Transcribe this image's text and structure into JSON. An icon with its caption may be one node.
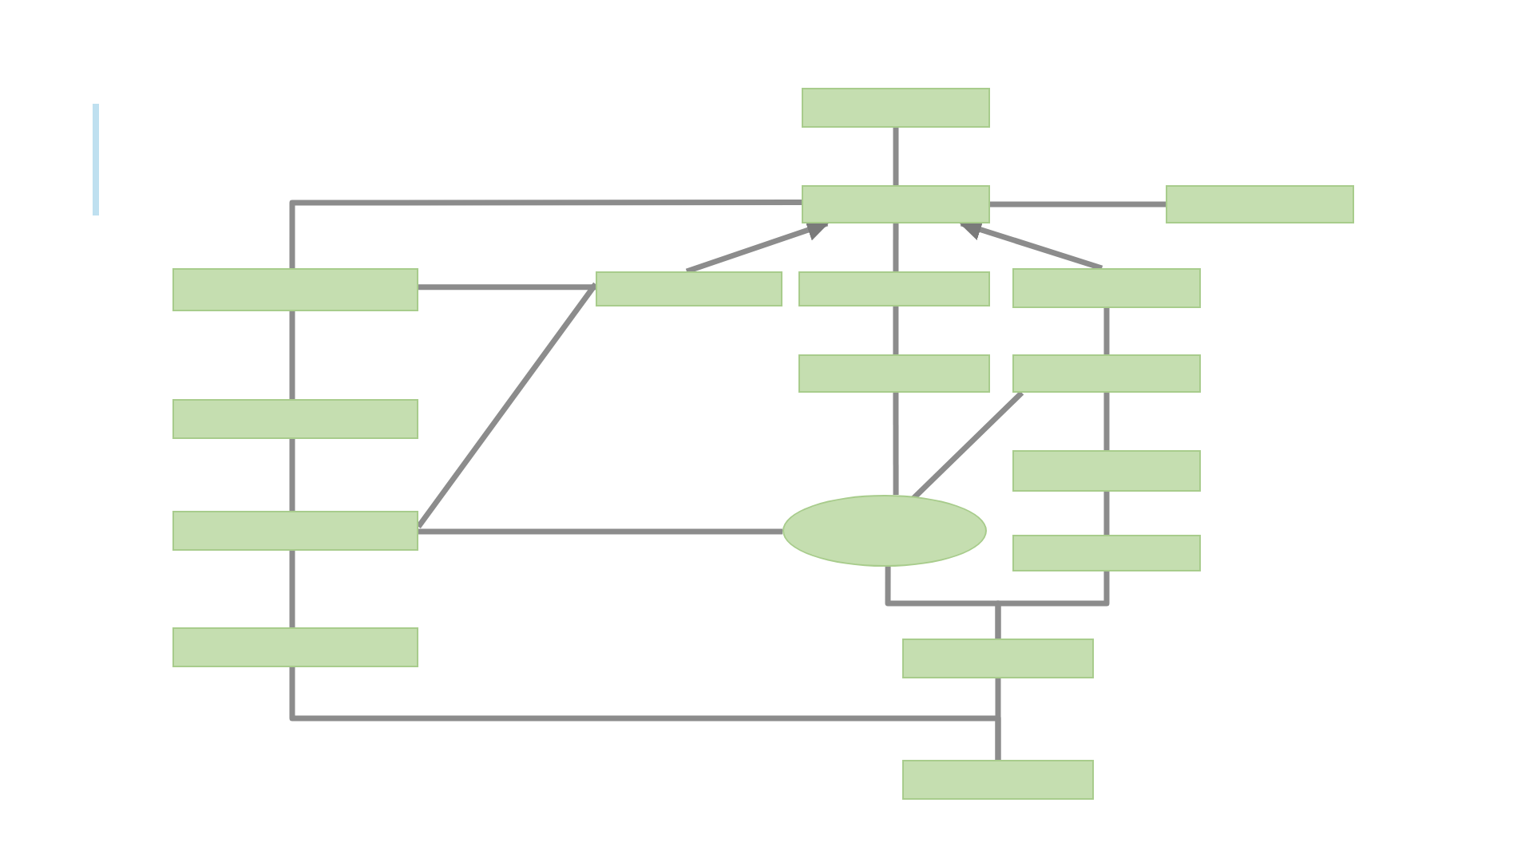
{
  "diagram": {
    "nodes": [
      {
        "text": [],
        "shape": "box"
      },
      {
        "text": [],
        "shape": "box"
      },
      {
        "text": [],
        "shape": "box"
      },
      {
        "text": [],
        "shape": "box"
      },
      {
        "text": [],
        "shape": "box"
      },
      {
        "text": [],
        "shape": "box"
      },
      {
        "text": [],
        "shape": "box"
      },
      {
        "text": [],
        "shape": "box"
      },
      {
        "text": [],
        "shape": "box"
      },
      {
        "text": [],
        "shape": "box"
      },
      {
        "text": [],
        "shape": "box"
      },
      {
        "text": [],
        "shape": "box"
      },
      {
        "text": [],
        "shape": "ellipse"
      },
      {
        "text": [],
        "shape": "box"
      },
      {
        "text": [],
        "shape": "box"
      },
      {
        "text": [],
        "shape": "box"
      },
      {
        "text": [],
        "shape": "box"
      }
    ],
    "edges": [
      {
        "from": 0,
        "to": 1,
        "arrow": "none"
      },
      {
        "from": 1,
        "to": 2,
        "arrow": "none"
      },
      {
        "from": 1,
        "to": 3,
        "arrow": "none"
      },
      {
        "from": 3,
        "to": 7,
        "arrow": "none"
      },
      {
        "from": 7,
        "to": 11,
        "arrow": "none"
      },
      {
        "from": 11,
        "to": 14,
        "arrow": "none"
      },
      {
        "from": 14,
        "to": 16,
        "arrow": "none"
      },
      {
        "from": 3,
        "to": 4,
        "arrow": "none"
      },
      {
        "from": 11,
        "to": 4,
        "arrow": "none"
      },
      {
        "from": 11,
        "to": 12,
        "arrow": "none"
      },
      {
        "from": 4,
        "to": 1,
        "arrow": "to"
      },
      {
        "from": 1,
        "to": 5,
        "arrow": "none"
      },
      {
        "from": 5,
        "to": 8,
        "arrow": "none"
      },
      {
        "from": 8,
        "to": 12,
        "arrow": "none"
      },
      {
        "from": 9,
        "to": 12,
        "arrow": "none"
      },
      {
        "from": 6,
        "to": 1,
        "arrow": "to"
      },
      {
        "from": 6,
        "to": 9,
        "arrow": "none"
      },
      {
        "from": 9,
        "to": 10,
        "arrow": "none"
      },
      {
        "from": 10,
        "to": 13,
        "arrow": "none"
      },
      {
        "from": 12,
        "to": 15,
        "arrow": "none"
      },
      {
        "from": 13,
        "to": 15,
        "arrow": "none"
      },
      {
        "from": 15,
        "to": 16,
        "arrow": "none"
      }
    ]
  }
}
